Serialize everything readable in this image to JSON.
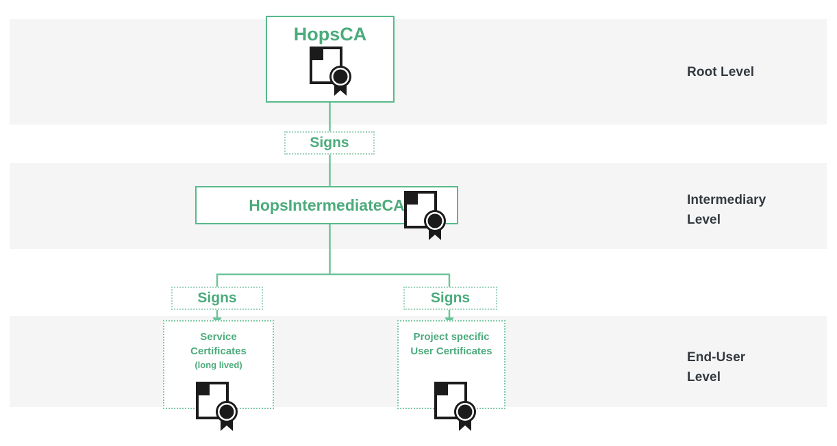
{
  "diagram": {
    "title": "Hops certificate authority hierarchy",
    "accent_color": "#4cab7c",
    "band_color": "#f5f5f5",
    "label_color": "#33393f",
    "levels": [
      {
        "key": "root",
        "label": "Root Level"
      },
      {
        "key": "intermediary",
        "label": "Intermediary\nLevel"
      },
      {
        "key": "enduser",
        "label": "End-User\nLevel"
      }
    ],
    "nodes": {
      "root": {
        "title": "HopsCA",
        "icon": "certificate-icon",
        "border": "solid"
      },
      "intermediate": {
        "title": "HopsIntermediateCA",
        "icon": "certificate-icon",
        "border": "solid"
      },
      "service": {
        "title": "Service\nCertificates",
        "subtitle": "(long lived)",
        "icon": "certificate-icon",
        "border": "dotted"
      },
      "user": {
        "title": "Project specific\nUser Certificates",
        "subtitle": "",
        "icon": "certificate-icon",
        "border": "dotted"
      }
    },
    "edges": {
      "root_to_intermediate": "Signs",
      "intermediate_to_service": "Signs",
      "intermediate_to_user": "Signs"
    }
  }
}
